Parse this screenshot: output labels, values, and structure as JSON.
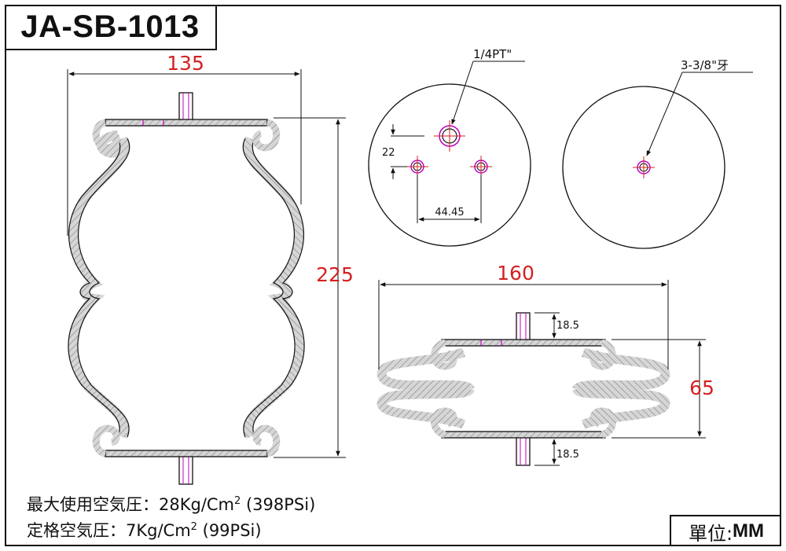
{
  "title": "JA-SB-1013",
  "unit": {
    "label": "單位:",
    "value": "MM"
  },
  "specs": {
    "max_pressure": {
      "label": "最大使用空気圧：",
      "value": "28Kg/Cm",
      "exp": "2",
      "psi": " (398PSi)"
    },
    "rated_pressure": {
      "label": "定格空気圧：",
      "value": "7Kg/Cm",
      "exp": "2",
      "psi": " (99PSi)"
    }
  },
  "side_view": {
    "width": "135",
    "height": "225"
  },
  "top_plate": {
    "port_note": "1/4PT\"",
    "offset": "22",
    "spacing": "44.45"
  },
  "bottom_plate": {
    "note": "3-3/8\"牙"
  },
  "compressed_view": {
    "width": "160",
    "height": "65",
    "stud_top": "18.5",
    "stud_bottom": "18.5"
  }
}
